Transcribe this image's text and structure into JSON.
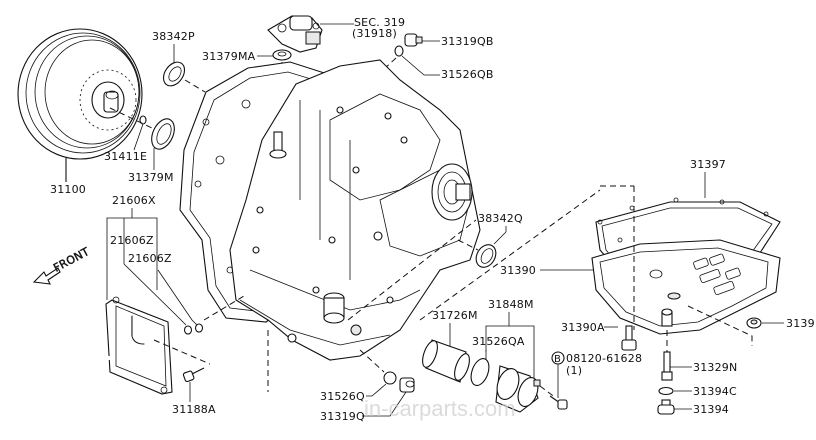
{
  "diagram": {
    "title": "Automatic transmission case, converter housing, oil pan & filter exploded view",
    "orientation_label": "FRONT",
    "watermark": "in-carparts.com",
    "parts": {
      "torque_converter": "31100",
      "oil_seal_upper": "38342P",
      "plug_31379ma": "31379MA",
      "sec_ref_line1": "SEC. 319",
      "sec_ref_line2": "(31918)",
      "drain_plug_top": "31319QB",
      "washer_top": "31526QB",
      "o_ring_31411e": "31411E",
      "oil_seal_31379m": "31379M",
      "oil_cooler": "21606X",
      "cooler_o_ring_a": "21606Z",
      "cooler_o_ring_b": "21606Z",
      "cooler_bolt": "31188A",
      "oil_seal_right": "38342Q",
      "pan_gasket": "31397",
      "oil_pan": "31390",
      "pan_bolt": "31390A",
      "magnet": "3139",
      "oil_filter_element": "31726M",
      "filter_kit": "31848M",
      "filter_o_ring": "31526QA",
      "bolt_ref_symbol": "B",
      "bolt_ref_number": "08120-61628",
      "bolt_ref_qty": "(1)",
      "drain_tube": "31329N",
      "drain_washer": "31394C",
      "drain_plug": "31394",
      "washer_bottom": "31526Q",
      "plug_bottom": "31319Q"
    }
  }
}
